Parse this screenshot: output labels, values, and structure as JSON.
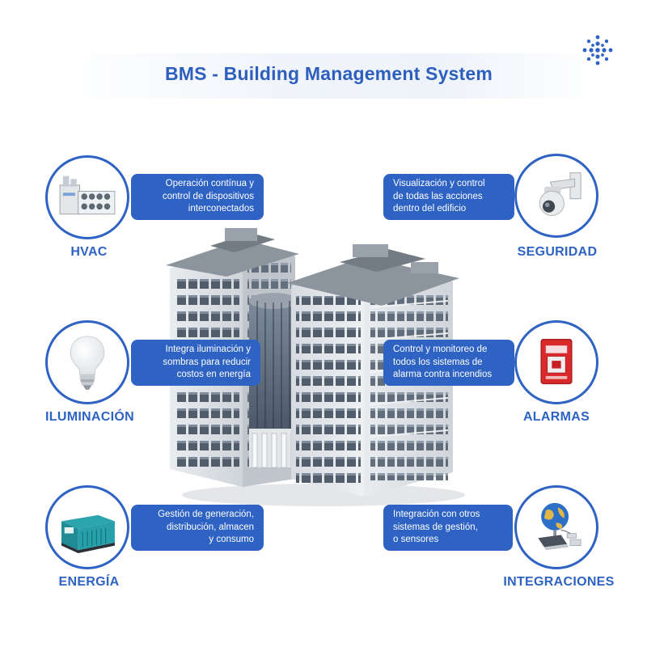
{
  "title": "BMS - Building Management System",
  "colors": {
    "primary": "#2e63c4",
    "title": "#2d5fbf"
  },
  "systems": [
    {
      "key": "hvac",
      "label": "HVAC",
      "icon": "hvac-unit-icon",
      "description": [
        "Operación contínua y",
        "control de dispositivos",
        "interconectados"
      ]
    },
    {
      "key": "seguridad",
      "label": "SEGURIDAD",
      "icon": "security-camera-icon",
      "description": [
        "Visualización y control",
        "de todas las acciones",
        "dentro del edificio"
      ]
    },
    {
      "key": "iluminacion",
      "label": "ILUMINACIÓN",
      "icon": "light-bulb-icon",
      "description": [
        "Integra iluminación y",
        "sombras para reducir",
        "costos en energía"
      ]
    },
    {
      "key": "alarmas",
      "label": "ALARMAS",
      "icon": "fire-alarm-icon",
      "description": [
        "Control y monitoreo de",
        "todos los sistemas de",
        "alarma contra incendios"
      ]
    },
    {
      "key": "energia",
      "label": "ENERGÍA",
      "icon": "generator-icon",
      "description": [
        "Gestión de generación,",
        "distribución, almacen",
        "y consumo"
      ]
    },
    {
      "key": "integraciones",
      "label": "INTEGRACIONES",
      "icon": "globe-laptop-icon",
      "description": [
        "Integración con otros",
        "sistemas de gestión,",
        "o sensores"
      ]
    }
  ],
  "icons": {
    "logo": "dot-cluster-logo-icon",
    "building": "office-building-icon"
  }
}
